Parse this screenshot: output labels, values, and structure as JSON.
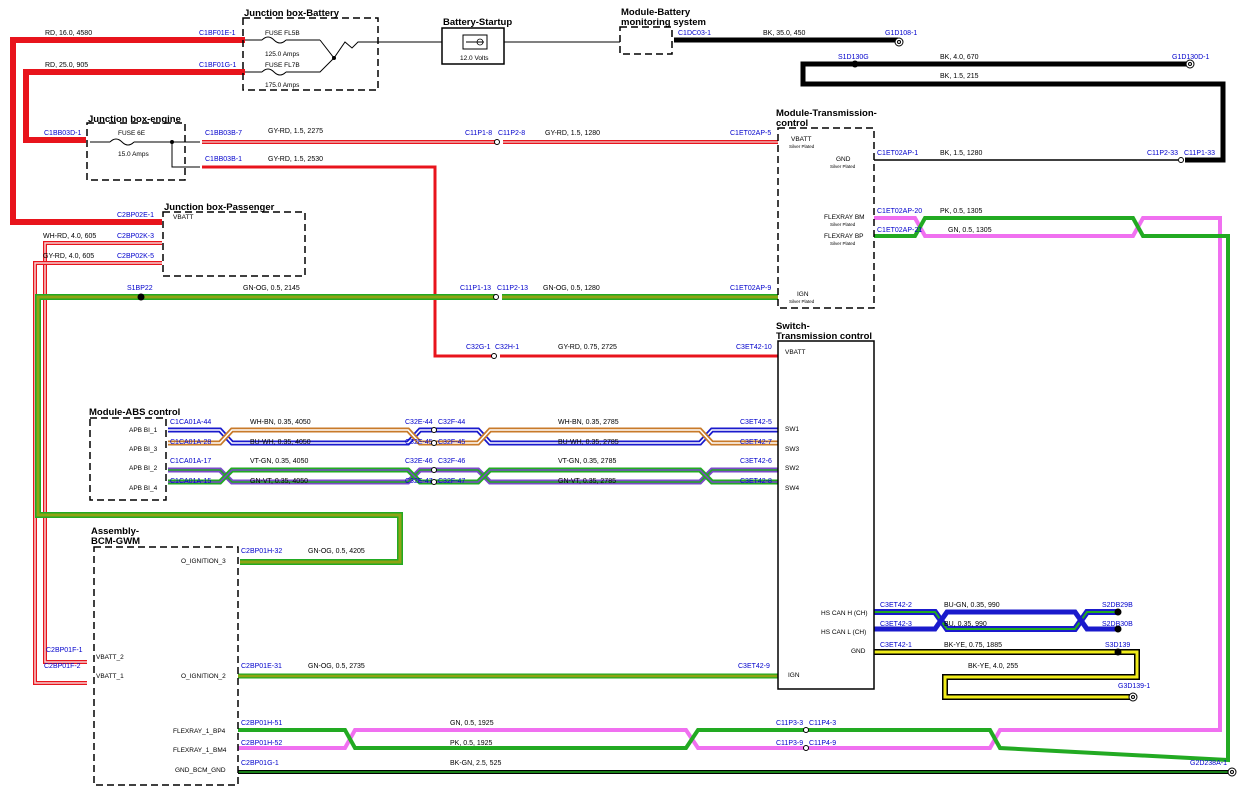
{
  "modules": {
    "jb_battery": "Junction box-Battery",
    "battery_startup": "Battery-Startup",
    "mod_bms_1": "Module-Battery",
    "mod_bms_2": "monitoring system",
    "jb_engine": "Junction box-engine",
    "tcm_1": "Module-Transmission-",
    "tcm_2": "control",
    "jb_passenger": "Junction box-Passenger",
    "switch_1": "Switch-",
    "switch_2": "Transmission control",
    "abs": "Module-ABS control",
    "bcm_1": "Assembly-",
    "bcm_2": "BCM-GWM"
  },
  "fuses": {
    "fl5b": "FUSE FL5B",
    "fl5b_rating": "125.0 Amps",
    "fl7b": "FUSE FL7B",
    "fl7b_rating": "175.0 Amps",
    "f6e": "FUSE 6E",
    "f6e_rating": "15.0 Amps",
    "battery_voltage": "12.0 Volts"
  },
  "wires": {
    "w1": "RD, 16.0, 4580",
    "w2": "RD, 25.0, 905",
    "w3": "BK, 35.0, 450",
    "w4": "BK, 4.0, 670",
    "w5": "BK, 1.5, 215",
    "w6": "GY-RD, 1.5, 2275",
    "w7": "GY-RD, 1.5, 1280",
    "w8": "BK, 1.5, 1280",
    "w9": "GY-RD, 1.5, 2530",
    "w10": "PK, 0.5, 1305",
    "w11": "GN, 0.5, 1305",
    "w12": "WH-RD, 4.0, 605",
    "w13": "GY-RD, 4.0, 605",
    "w14": "GN-OG, 0.5, 2145",
    "w15": "GN-OG, 0.5, 1280",
    "w16": "GY-RD, 0.75, 2725",
    "w17": "WH-BN, 0.35, 4050",
    "w18": "WH-BN, 0.35, 2785",
    "w19": "BU-WH, 0.35, 4050",
    "w20": "BU-WH, 0.35, 2785",
    "w21": "VT-GN, 0.35, 4050",
    "w22": "VT-GN, 0.35, 2785",
    "w23": "GN-VT, 0.35, 4050",
    "w24": "GN-VT, 0.35, 2785",
    "w25": "GN-OG, 0.5, 4205",
    "w26": "BU-GN, 0.35, 990",
    "w27": "BU, 0.35, 990",
    "w28": "BK-YE, 0.75, 1885",
    "w29": "BK-YE, 4.0, 255",
    "w30": "GN-OG, 0.5, 2735",
    "w31": "GN, 0.5, 1925",
    "w32": "PK, 0.5, 1925",
    "w33": "BK-GN, 2.5, 525"
  },
  "connectors": {
    "c1bf01e1": "C1BF01E-1",
    "c1bf01g1": "C1BF01G-1",
    "c1dc031": "C1DC03-1",
    "g1d1081": "G1D108-1",
    "s1d130g": "S1D130G",
    "g1d130d1": "G1D130D-1",
    "c1bb03d1": "C1BB03D-1",
    "c1bb03b7": "C1BB03B-7",
    "c1bb03b1": "C1BB03B-1",
    "c11p18": "C11P1-8",
    "c11p28": "C11P2-8",
    "c1et02ap5": "C1ET02AP-5",
    "c1et02ap1": "C1ET02AP-1",
    "c11p233": "C11P2-33",
    "c11p133": "C11P1-33",
    "c1et02ap20": "C1ET02AP-20",
    "c1et02ap21": "C1ET02AP-21",
    "c2bp02e1": "C2BP02E-1",
    "c2bp02k3": "C2BP02K-3",
    "c2bp02k5": "C2BP02K-5",
    "s1bp22": "S1BP22",
    "c11p113": "C11P1-13",
    "c11p213": "C11P2-13",
    "c1et02ap9": "C1ET02AP-9",
    "c32g1": "C32G-1",
    "c32h1": "C32H-1",
    "c3et4210": "C3ET42-10",
    "c1ca01a44": "C1CA01A-44",
    "c1ca01a28": "C1CA01A-28",
    "c1ca01a17": "C1CA01A-17",
    "c1ca01a15": "C1CA01A-15",
    "c32e44": "C32E-44",
    "c32f44": "C32F-44",
    "c32e45": "C32E-45",
    "c32f45": "C32F-45",
    "c32e46": "C32E-46",
    "c32f46": "C32F-46",
    "c32e47": "C32E-47",
    "c32f47": "C32F-47",
    "c3et425": "C3ET42-5",
    "c3et427": "C3ET42-7",
    "c3et426": "C3ET42-6",
    "c3et428": "C3ET42-8",
    "c2bp01h32": "C2BP01H-32",
    "c3et422": "C3ET42-2",
    "c3et423": "C3ET42-3",
    "c3et421": "C3ET42-1",
    "s2db29b": "S2DB29B",
    "s2db30b": "S2DB30B",
    "s3d139": "S3D139",
    "g3d1391": "G3D139-1",
    "c2bp01f1": "C2BP01F-1",
    "c2bp01f2": "C2BP01F-2",
    "c2bp01e31": "C2BP01E-31",
    "c3et429": "C3ET42-9",
    "c2bp01h51": "C2BP01H-51",
    "c2bp01h52": "C2BP01H-52",
    "c11p33": "C11P3-3",
    "c11p43": "C11P4-3",
    "c11p39": "C11P3-9",
    "c11p49": "C11P4-9",
    "c2bp01g1": "C2BP01G-1",
    "g2d238a1": "G2D238A-1"
  },
  "pins": {
    "tcm_vbatt": "VBATT",
    "tcm_gnd": "GND",
    "tcm_frbm": "FLEXRAY BM",
    "tcm_frbp": "FLEXRAY BP",
    "tcm_ign": "IGN",
    "silver": "Silver Plated",
    "pass_vbatt": "VBATT",
    "sw_vbatt": "VBATT",
    "sw1": "SW1",
    "sw3": "SW3",
    "sw2": "SW2",
    "sw4": "SW4",
    "sw_canh": "HS CAN H (CH)",
    "sw_canl": "HS CAN L (CH)",
    "sw_gnd": "GND",
    "sw_ign": "IGN",
    "apb1": "APB BI_1",
    "apb3": "APB BI_3",
    "apb2": "APB BI_2",
    "apb4": "APB BI_4",
    "bcm_oign3": "O_IGNITION_3",
    "bcm_oign2": "O_IGNITION_2",
    "bcm_vbatt2": "VBATT_2",
    "bcm_vbatt1": "VBATT_1",
    "bcm_frbp4": "FLEXRAY_1_BP4",
    "bcm_frbm4": "FLEXRAY_1_BM4",
    "bcm_gnd": "GND_BCM_GND"
  },
  "colors": {
    "red": "#e8141c",
    "black": "#000000",
    "green": "#22aa22",
    "pink": "#f070f0",
    "olive": "#8fa314",
    "blue": "#1a1acc",
    "yellow": "#f0ec1a"
  }
}
